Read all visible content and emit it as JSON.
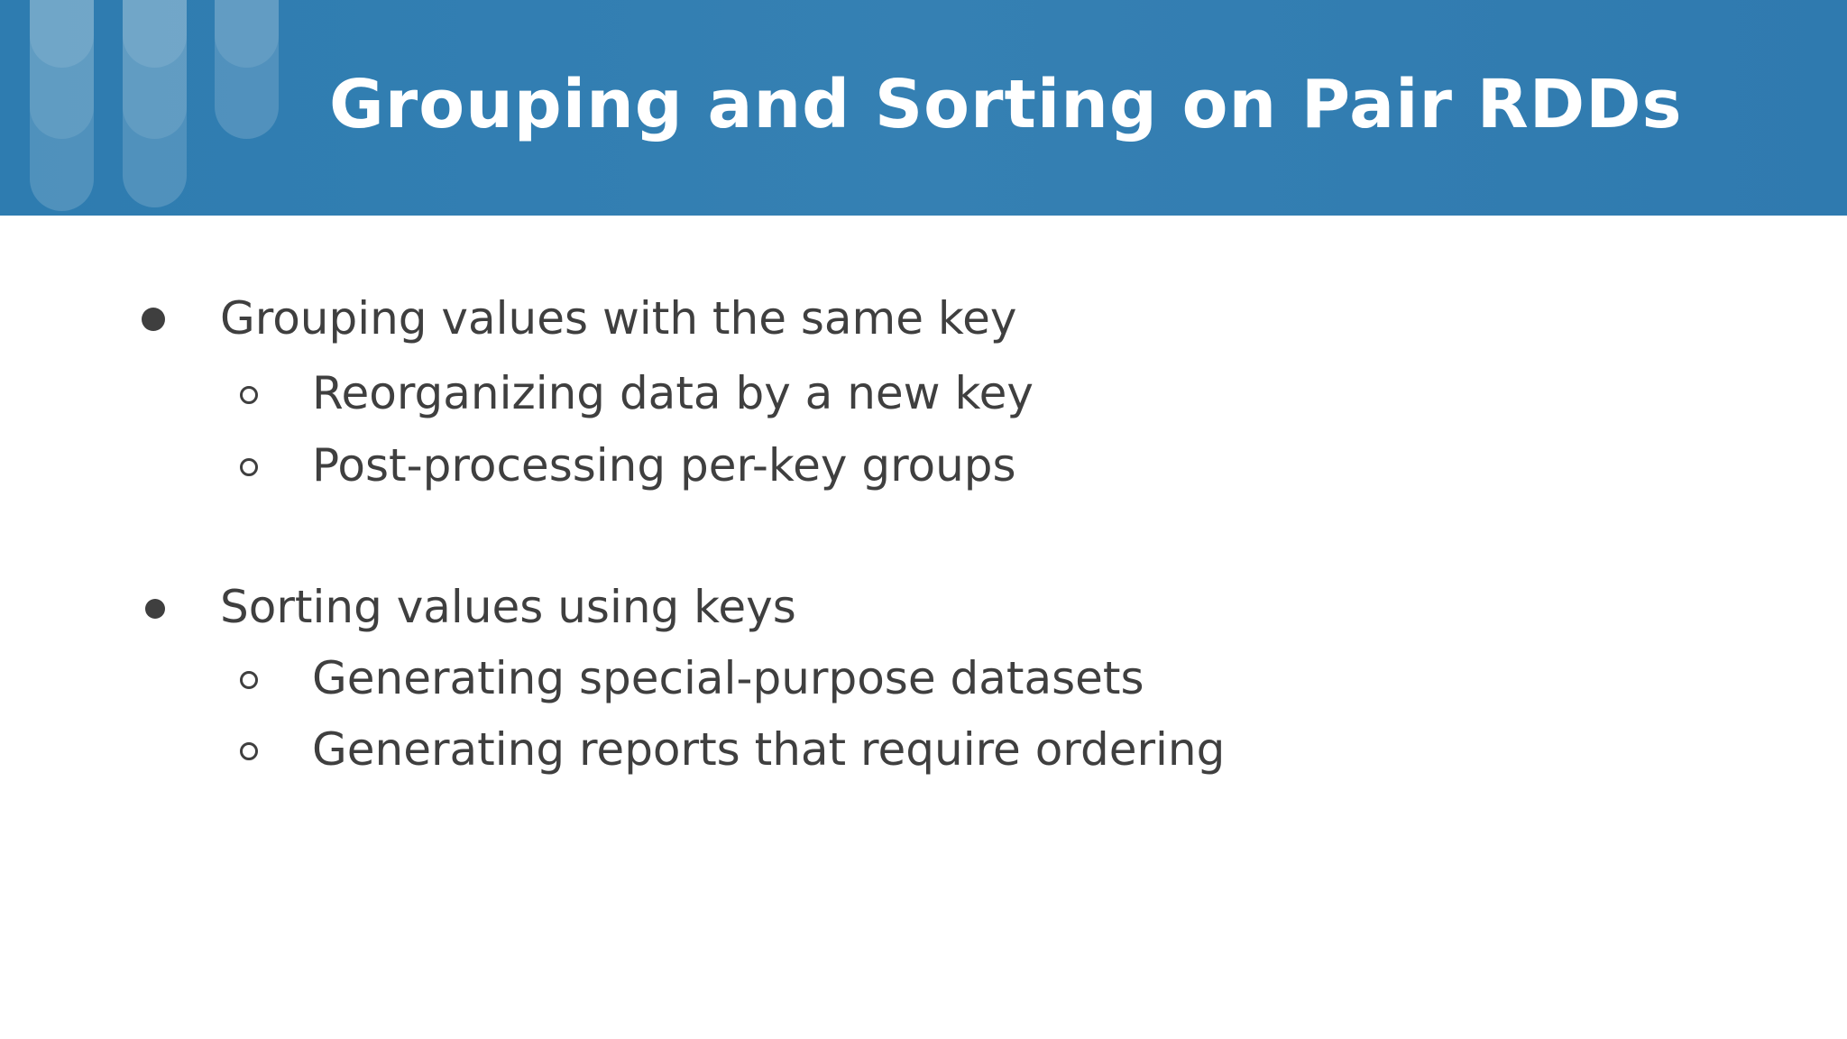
{
  "slide": {
    "title": "Grouping and Sorting on Pair RDDs",
    "header_color": "#2f7db1",
    "text_color": "#3f3f3f",
    "sections": [
      {
        "label": "Grouping values with the same key",
        "items": [
          "Reorganizing data by a new key",
          "Post-processing per-key groups"
        ]
      },
      {
        "label": "Sorting values using keys",
        "items": [
          "Generating special-purpose datasets",
          "Generating reports that require ordering"
        ]
      }
    ]
  }
}
